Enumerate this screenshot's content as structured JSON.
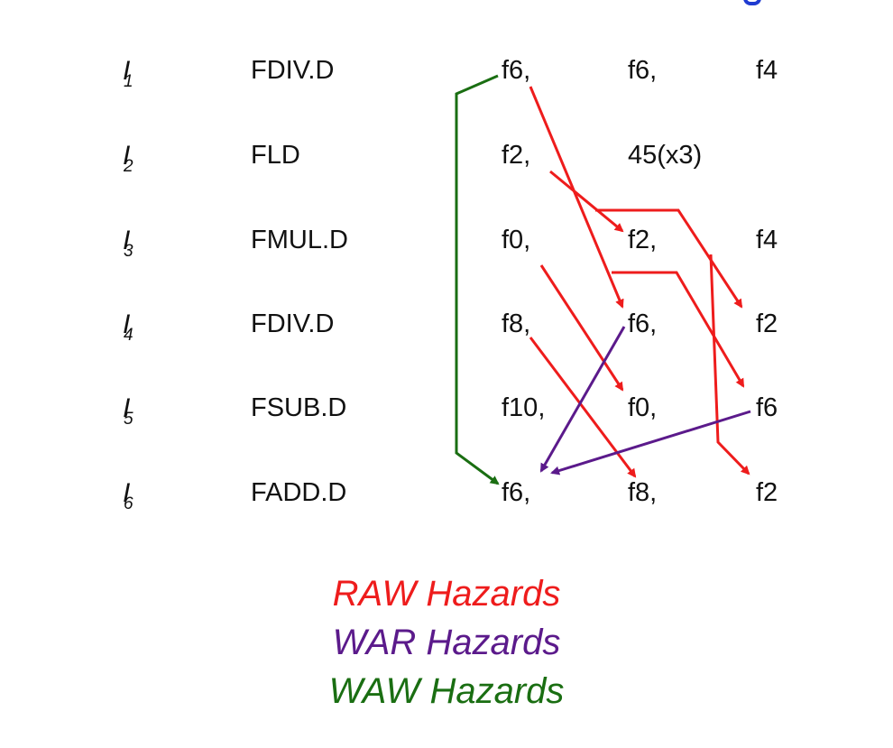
{
  "instructions": [
    {
      "label": "I",
      "sub": "1",
      "op": "FDIV.D",
      "r1": "f6,",
      "r2": "f6,",
      "r3": "f4"
    },
    {
      "label": "I",
      "sub": "2",
      "op": "FLD",
      "r1": "f2,",
      "r2": "45(x3)",
      "r3": ""
    },
    {
      "label": "I",
      "sub": "3",
      "op": "FMUL.D",
      "r1": "f0,",
      "r2": "f2,",
      "r3": "f4"
    },
    {
      "label": "I",
      "sub": "4",
      "op": "FDIV.D",
      "r1": "f8,",
      "r2": "f6,",
      "r3": "f2"
    },
    {
      "label": "I",
      "sub": "5",
      "op": "FSUB.D",
      "r1": "f10,",
      "r2": "f0,",
      "r3": "f6"
    },
    {
      "label": "I",
      "sub": "6",
      "op": "FADD.D",
      "r1": "f6,",
      "r2": "f8,",
      "r3": "f2"
    }
  ],
  "legend": {
    "raw": "RAW Hazards",
    "war": "WAR Hazards",
    "waw": "WAW Hazards"
  },
  "colors": {
    "raw": "#ee1c1c",
    "war": "#5b1a8b",
    "waw": "#1a6e12",
    "title_fragment": "#1f3bd1"
  }
}
